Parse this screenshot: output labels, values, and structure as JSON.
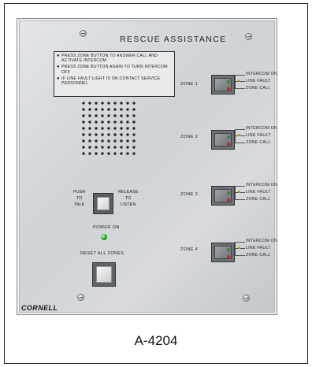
{
  "panel": {
    "title": "RESCUE ASSISTANCE",
    "instructions": [
      "PRESS ZONE BUTTON TO ANSWER CALL AND ACTIVATE INTERCOM",
      "PRESS ZONE BUTTON AGAIN TO TURN INTERCOM OFF",
      "IF LINE FAULT LIGHT IS ON CONTACT SERVICE PERSONNEL"
    ],
    "push_to_talk": {
      "left_label": "PUSH\nTO\nTALK",
      "right_label": "RELEASE\nTO\nLISTEN"
    },
    "power_label": "POWER ON",
    "reset_label": "RESET ALL ZONES",
    "brand": "CORNELL"
  },
  "zones": [
    {
      "label": "ZONE 1",
      "indicators": [
        "INTERCOM ON",
        "LINE FAULT",
        "ZONE CALL"
      ]
    },
    {
      "label": "ZONE 2",
      "indicators": [
        "INTERCOM ON",
        "LINE FAULT",
        "ZONE CALL"
      ]
    },
    {
      "label": "ZONE 3",
      "indicators": [
        "INTERCOM ON",
        "LINE FAULT",
        "ZONE CALL"
      ]
    },
    {
      "label": "ZONE 4",
      "indicators": [
        "INTERCOM ON",
        "LINE FAULT",
        "ZONE CALL"
      ]
    }
  ],
  "caption": "A-4204",
  "colors": {
    "panel": "#d3d5d8",
    "power_led": "#1fa31a",
    "zone_call_led": "#d42020",
    "line_fault_led": "#d6c23a"
  }
}
